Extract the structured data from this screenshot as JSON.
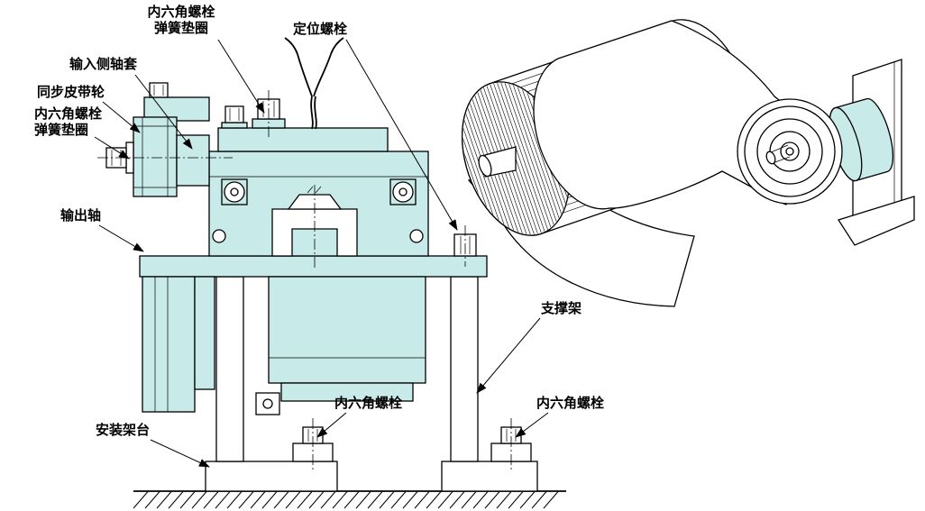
{
  "colors": {
    "part_fill": "#c8ebea",
    "line": "#000000",
    "background": "#ffffff"
  },
  "labels": {
    "hex_bolt_spring_washer_top": {
      "line1": "内六角螺栓",
      "line2": "弹簧垫圈"
    },
    "positioning_bolt": {
      "text": "定位螺栓"
    },
    "input_side_sleeve": {
      "text": "输入侧轴套"
    },
    "timing_belt_pulley": {
      "text": "同步皮带轮"
    },
    "hex_bolt_spring_washer_left": {
      "line1": "内六角螺栓",
      "line2": "弹簧垫圈"
    },
    "output_shaft": {
      "text": "输出轴"
    },
    "support_bracket": {
      "text": "支撑架"
    },
    "hex_bolt_bottom_left": {
      "text": "内六角螺栓"
    },
    "hex_bolt_bottom_right": {
      "text": "内六角螺栓"
    },
    "mounting_stand": {
      "text": "安装架台"
    }
  }
}
